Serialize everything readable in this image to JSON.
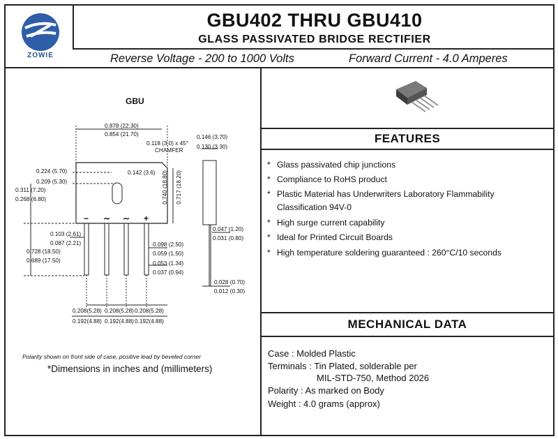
{
  "header": {
    "logo_text": "ZOWIE",
    "title": "GBU402  THRU  GBU410",
    "subtitle": "GLASS PASSIVATED BRIDGE  RECTIFIER",
    "reverse_voltage": "Reverse Voltage - 200 to 1000 Volts",
    "forward_current": "Forward Current - 4.0 Amperes"
  },
  "drawing": {
    "package_label": "GBU",
    "dims": {
      "d1": "0.878 (22.30)",
      "d2": "0.854 (21.70)",
      "d3": "0.118 (3.0) x 45°",
      "d4": "CHAMFER",
      "d5": "0.146 (3.70)",
      "d6": "0.130 (3.30)",
      "d7": "0.224 (5.70)",
      "d8": "0.209 (5.30)",
      "d9": "0.142 (3.6)",
      "d10": "0.311 (7.20)",
      "d11": "0.268 (6.80)",
      "d12": "0.740 (18.80)",
      "d13": "0.717 (18.20)",
      "d14": "0.103 (2.61)",
      "d15": "0.087 (2.21)",
      "d16": "0.047 (1.20)",
      "d17": "0.031 (0.80)",
      "d18": "0.098 (2.50)",
      "d19": "0.059 (1.50)",
      "d20": "0.728 (18.50)",
      "d21": "0.689 (17.50)",
      "d22": "0.053 (1.34)",
      "d23": "0.037 (0.94)",
      "d24": "0.028 (0.70)",
      "d25": "0.012 (0.30)",
      "d26": "0.208(5.28)",
      "d27": "0.192(4.88)"
    },
    "pin_labels": [
      "−",
      "∼",
      "∼",
      "+"
    ],
    "note_polarity": "Polarity shown on front side of case, positive lead by beveled corner",
    "note_dimensions": "*Dimensions in inches and (millimeters)"
  },
  "features": {
    "title": "FEATURES",
    "items": [
      "Glass passivated chip junctions",
      "Compliance to RoHS product",
      "Plastic Material has Underwriters Laboratory Flammability",
      "Classification 94V-0",
      "High surge current capability",
      "Ideal for Printed Circuit Boards",
      "High temperature soldering guaranteed : 260°C/10 seconds"
    ],
    "bullet": "*"
  },
  "mechanical": {
    "title": "MECHANICAL DATA",
    "case": "Case : Molded Plastic",
    "terminals": "Terminals : Tin Plated, solderable per",
    "terminals_2": "MIL-STD-750, Method 2026",
    "polarity": "Polarity : As marked on Body",
    "weight": "Weight : 4.0 grams (approx)"
  }
}
